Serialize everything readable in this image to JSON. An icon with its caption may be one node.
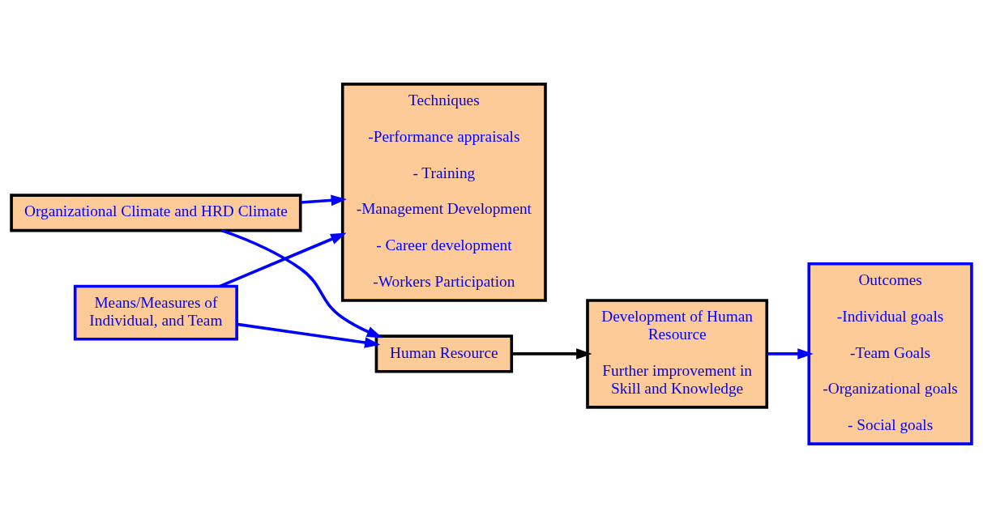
{
  "diagram": {
    "nodes": [
      {
        "text": [
          "Organizational Climate and HRD Climate"
        ]
      },
      {
        "text": [
          "Techniques",
          "-Performance appraisals",
          "- Training",
          "-Management Development",
          "- Career development",
          "-Workers Participation"
        ]
      },
      {
        "text": [
          "Human Resource"
        ]
      },
      {
        "text": [
          "Development of Human Resource",
          "Further improvement in Skill and Knowledge"
        ]
      },
      {
        "text": [
          "Outcomes",
          "-Individual goals",
          "-Team Goals",
          "-Organizational goals",
          "- Social goals"
        ]
      },
      {
        "text": [
          "Means/Measures of Individual, and Team"
        ]
      }
    ],
    "edges": [
      {
        "from": 0,
        "to": 1,
        "arrow": "to"
      },
      {
        "from": 0,
        "to": 2,
        "arrow": "to"
      },
      {
        "from": 2,
        "to": 3,
        "arrow": "to",
        "color": "#000000"
      },
      {
        "from": 3,
        "to": 4,
        "arrow": "to"
      },
      {
        "from": 5,
        "to": 2,
        "arrow": "to"
      },
      {
        "from": 5,
        "to": 1,
        "arrow": "to"
      }
    ]
  }
}
